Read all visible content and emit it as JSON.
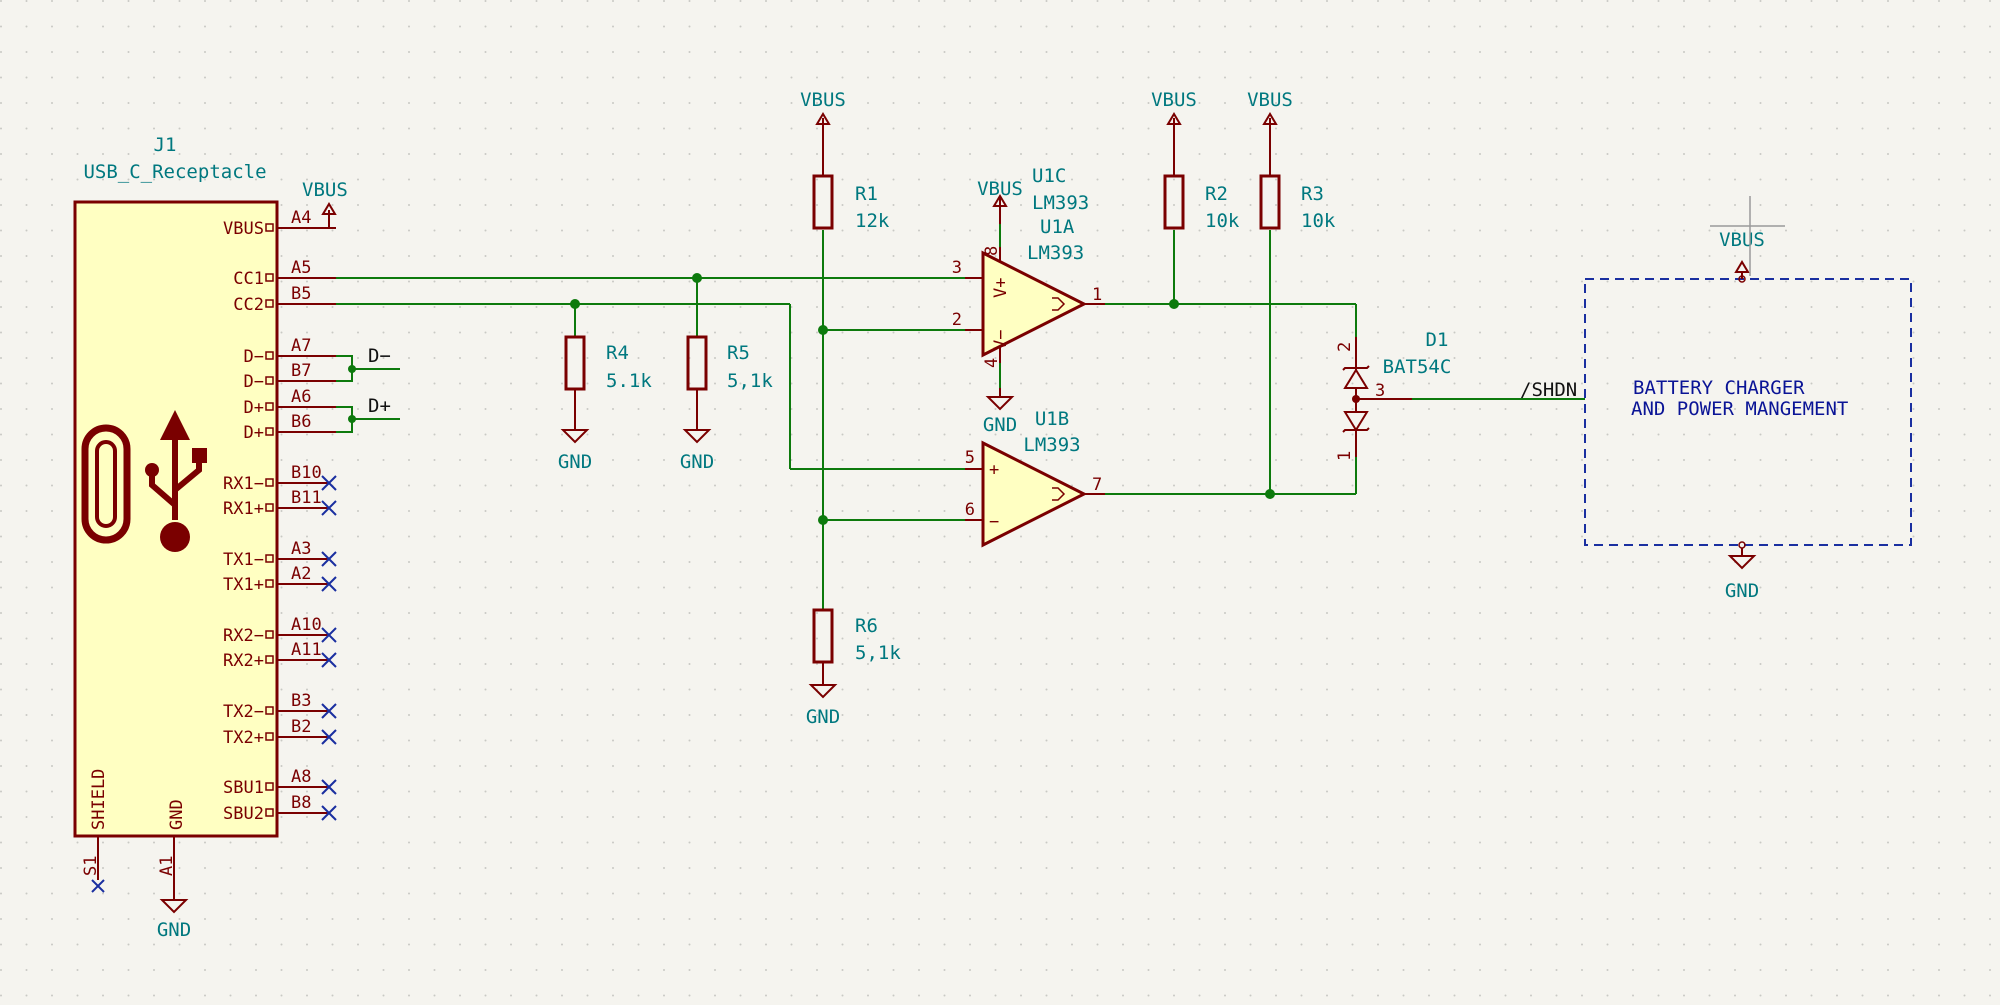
{
  "connector": {
    "ref": "J1",
    "value": "USB_C_Receptacle",
    "vbus_label": "VBUS",
    "pins_right": [
      {
        "name": "VBUS",
        "num": "A4"
      },
      {
        "name": "CC1",
        "num": "A5"
      },
      {
        "name": "CC2",
        "num": "B5"
      },
      {
        "name": "D−",
        "num": "A7"
      },
      {
        "name": "D−",
        "num": "B7"
      },
      {
        "name": "D+",
        "num": "A6"
      },
      {
        "name": "D+",
        "num": "B6"
      },
      {
        "name": "RX1−",
        "num": "B10"
      },
      {
        "name": "RX1+",
        "num": "B11"
      },
      {
        "name": "TX1−",
        "num": "A3"
      },
      {
        "name": "TX1+",
        "num": "A2"
      },
      {
        "name": "RX2−",
        "num": "A10"
      },
      {
        "name": "RX2+",
        "num": "A11"
      },
      {
        "name": "TX2−",
        "num": "B3"
      },
      {
        "name": "TX2+",
        "num": "B2"
      },
      {
        "name": "SBU1",
        "num": "A8"
      },
      {
        "name": "SBU2",
        "num": "B8"
      }
    ],
    "shield_name": "SHIELD",
    "shield_num": "S1",
    "gnd_name": "GND",
    "gnd_num": "A1",
    "gnd_label": "GND"
  },
  "nets": {
    "dminus": "D−",
    "dplus": "D+",
    "shdn": "/SHDN"
  },
  "resistors": [
    {
      "ref": "R1",
      "value": "12k"
    },
    {
      "ref": "R2",
      "value": "10k"
    },
    {
      "ref": "R3",
      "value": "10k"
    },
    {
      "ref": "R4",
      "value": "5.1k"
    },
    {
      "ref": "R5",
      "value": "5,1k"
    },
    {
      "ref": "R6",
      "value": "5,1k"
    }
  ],
  "power_labels": {
    "vbus_r1": "VBUS",
    "vbus_r2": "VBUS",
    "vbus_r3": "VBUS",
    "vbus_u1c": "VBUS",
    "vbus_block": "VBUS",
    "gnd_r4": "GND",
    "gnd_r5": "GND",
    "gnd_r6": "GND",
    "gnd_u1c": "GND",
    "gnd_block": "GND"
  },
  "opamps": {
    "u1c": {
      "ref": "U1C",
      "value": "LM393",
      "pin_top": "8",
      "pin_bot": "4",
      "v_plus": "V+",
      "v_minus": "V−"
    },
    "u1a": {
      "ref": "U1A",
      "value": "LM393",
      "in_plus": "3",
      "in_minus": "2",
      "out": "1"
    },
    "u1b": {
      "ref": "U1B",
      "value": "LM393",
      "in_plus": "5",
      "in_minus": "6",
      "out": "7",
      "plus_sign": "+",
      "minus_sign": "−"
    }
  },
  "diode": {
    "ref": "D1",
    "value": "BAT54C",
    "pin1": "1",
    "pin2": "2",
    "pin3": "3"
  },
  "block": {
    "line1": "BATTERY CHARGER",
    "line2": "AND POWER MANGEMENT"
  }
}
